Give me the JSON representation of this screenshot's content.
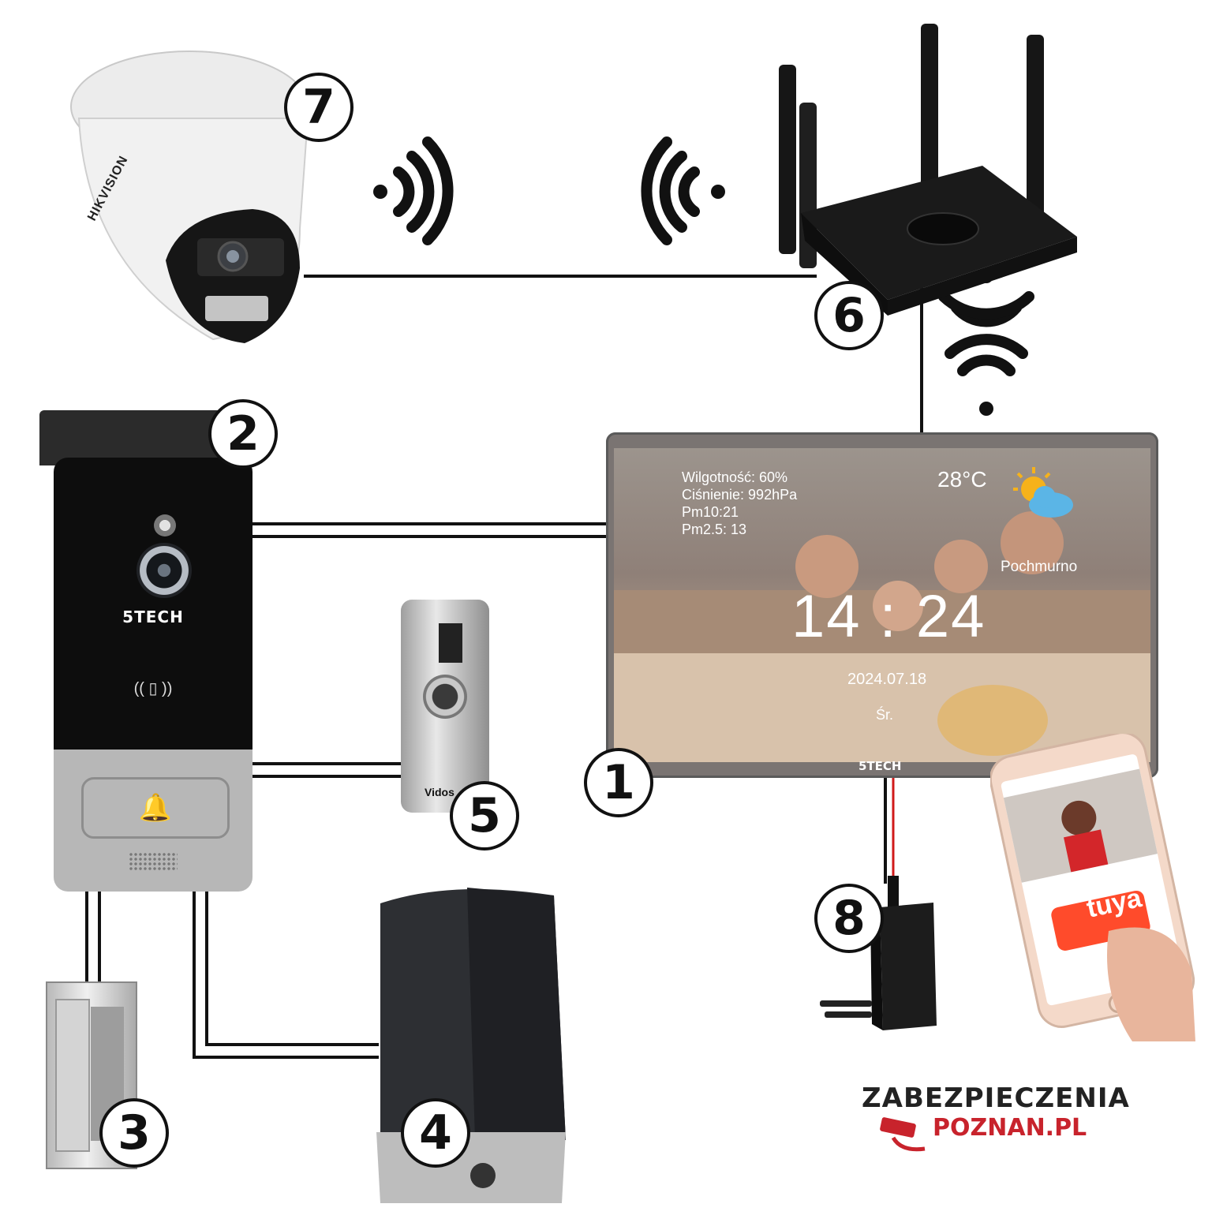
{
  "markers": [
    "1",
    "2",
    "3",
    "4",
    "5",
    "6",
    "7",
    "8"
  ],
  "camera": {
    "brand": "HIKVISION"
  },
  "doorbell": {
    "brand": "5TECH",
    "rfid": "(( ▯ ))"
  },
  "exit_button": {
    "label": "Vidos"
  },
  "monitor": {
    "info": "Wilgotność: 60%\nCiśnienie: 992hPa\nPm10:21\nPm2.5: 13",
    "temperature": "28°C",
    "weather": "Pochmurno",
    "time": "14 : 24",
    "date": "2024.07.18",
    "day": "Śr.",
    "brand": "5TECH"
  },
  "phone": {
    "app": "tuya"
  },
  "logo": {
    "line1": "ZABEZPIECZENIA",
    "line2": "POZNAN.PL"
  },
  "colors": {
    "wire": "#111111",
    "psu_red": "#d01a1a",
    "logo_red": "#c8232c",
    "tuya": "#ff4b2b"
  }
}
